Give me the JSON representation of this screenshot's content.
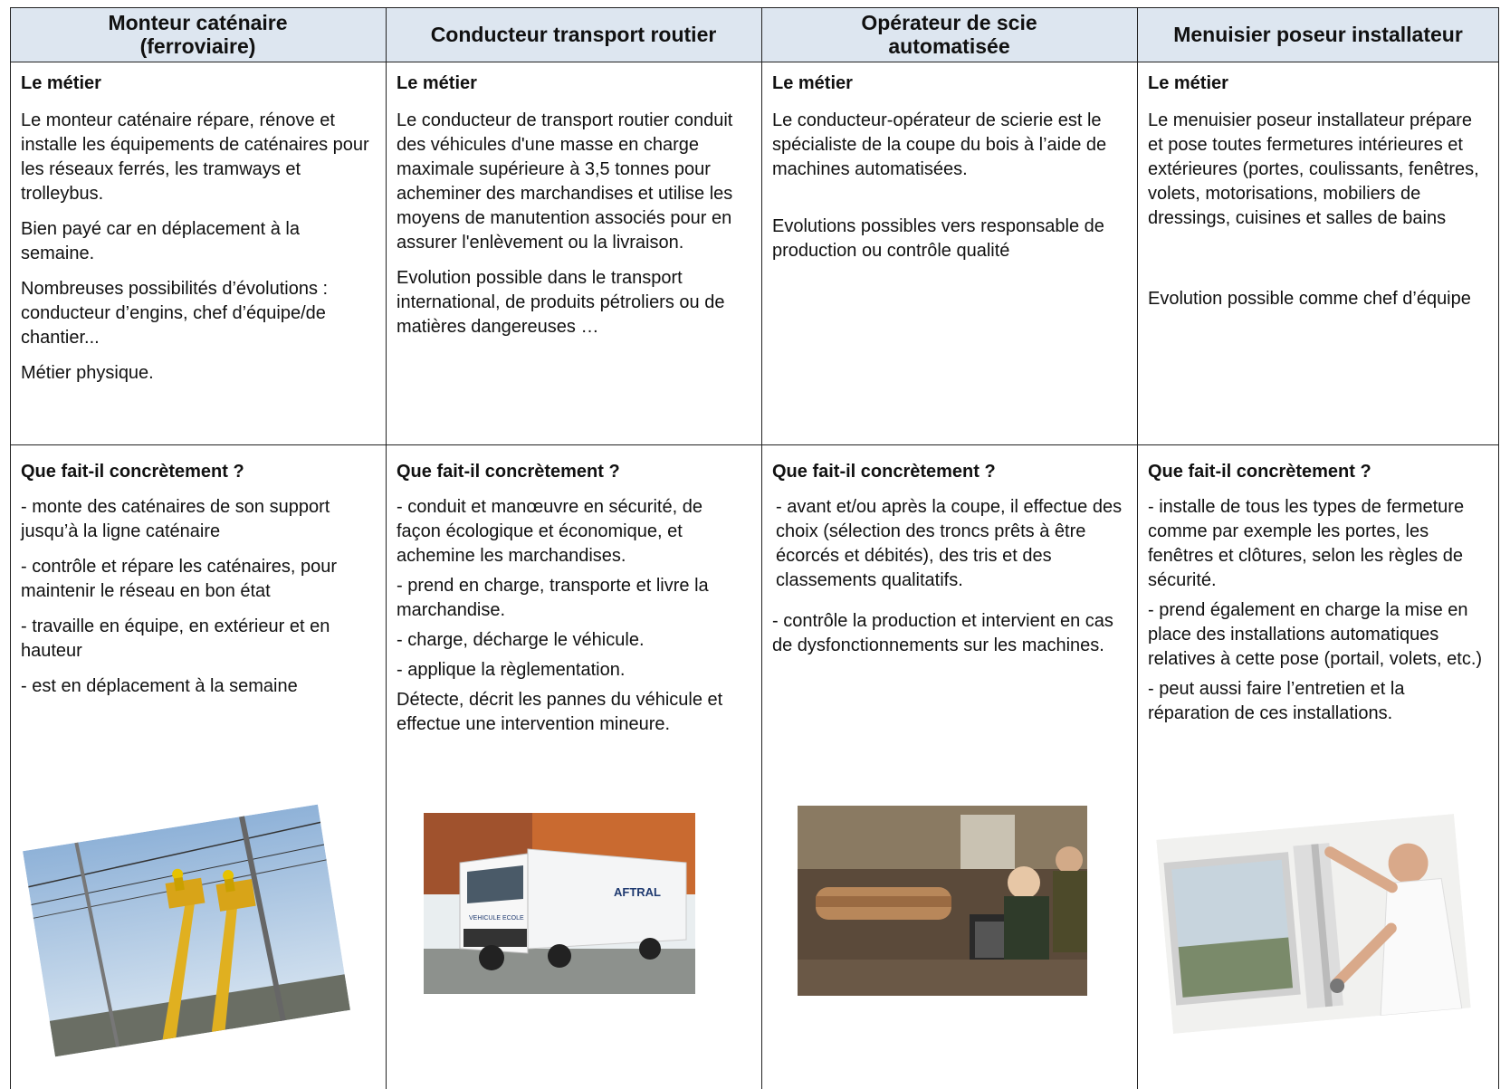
{
  "columns": [
    {
      "title": "Monteur caténaire\n(ferroviaire)",
      "metier_title": "Le métier",
      "metier": [
        "Le monteur caténaire répare, rénove et installe les équipements de caténaires pour les réseaux ferrés, les tramways et trolleybus.",
        "Bien payé car en déplacement à la semaine.",
        "Nombreuses possibilités d’évolutions : conducteur d’engins, chef d’équipe/de chantier...",
        "Métier physique."
      ],
      "concret_title": "Que fait-il concrètement ?",
      "concret": [
        "- monte des caténaires de son support jusqu’à la ligne caténaire",
        "- contrôle et répare les caténaires, pour maintenir le réseau en bon état",
        "- travaille en équipe, en extérieur et en hauteur",
        "- est en déplacement à la semaine"
      ]
    },
    {
      "title": "Conducteur transport routier",
      "metier_title": "Le métier",
      "metier": [
        "Le conducteur de transport routier conduit des véhicules d'une masse en charge maximale supérieure à 3,5 tonnes pour acheminer des marchandises et utilise les moyens de manutention associés pour en assurer l'enlèvement ou la livraison.",
        "Evolution possible dans le transport international, de produits pétroliers ou de matières dangereuses …"
      ],
      "concret_title": "Que fait-il concrètement ?",
      "concret": [
        "- conduit et manœuvre en sécurité, de façon écologique et économique, et achemine les marchandises.",
        "- prend en charge, transporte et livre la marchandise.",
        "- charge, décharge le véhicule.",
        "- applique la règlementation.",
        "Détecte, décrit les pannes du véhicule et effectue une intervention mineure."
      ],
      "truck_text": [
        "AFTRAL",
        "VEHICULE ECOLE"
      ]
    },
    {
      "title": "Opérateur de scie\nautomatisée",
      "metier_title": "Le métier",
      "metier": [
        "Le conducteur-opérateur de scierie est le spécialiste de la coupe du bois à l’aide de machines automatisées.",
        "Evolutions possibles vers responsable de production ou contrôle qualité"
      ],
      "concret_title": "Que fait-il concrètement ?",
      "concret": [
        " - avant et/ou après la coupe, il effectue des choix (sélection des troncs prêts à être écorcés et débités), des tris et des classements qualitatifs.",
        "- contrôle la production et intervient en cas de dysfonctionnements sur les machines."
      ]
    },
    {
      "title": "Menuisier poseur installateur",
      "metier_title": "Le métier",
      "metier": [
        "Le menuisier poseur installateur prépare et pose toutes fermetures intérieures et extérieures (portes, coulissants, fenêtres, volets, motorisations, mobiliers de dressings, cuisines et salles de bains",
        "Evolution possible comme chef d’équipe"
      ],
      "concret_title": "Que fait-il concrètement ?",
      "concret": [
        "- installe de tous les types de fermeture comme par exemple les portes, les fenêtres et clôtures, selon les règles de sécurité.",
        "- prend également en charge la mise en place des installations automatiques relatives à cette pose (portail, volets, etc.)",
        "- peut aussi faire l’entretien et la réparation de ces installations."
      ]
    }
  ],
  "colors": {
    "header_bg": "#dde6f0",
    "border": "#222222"
  }
}
